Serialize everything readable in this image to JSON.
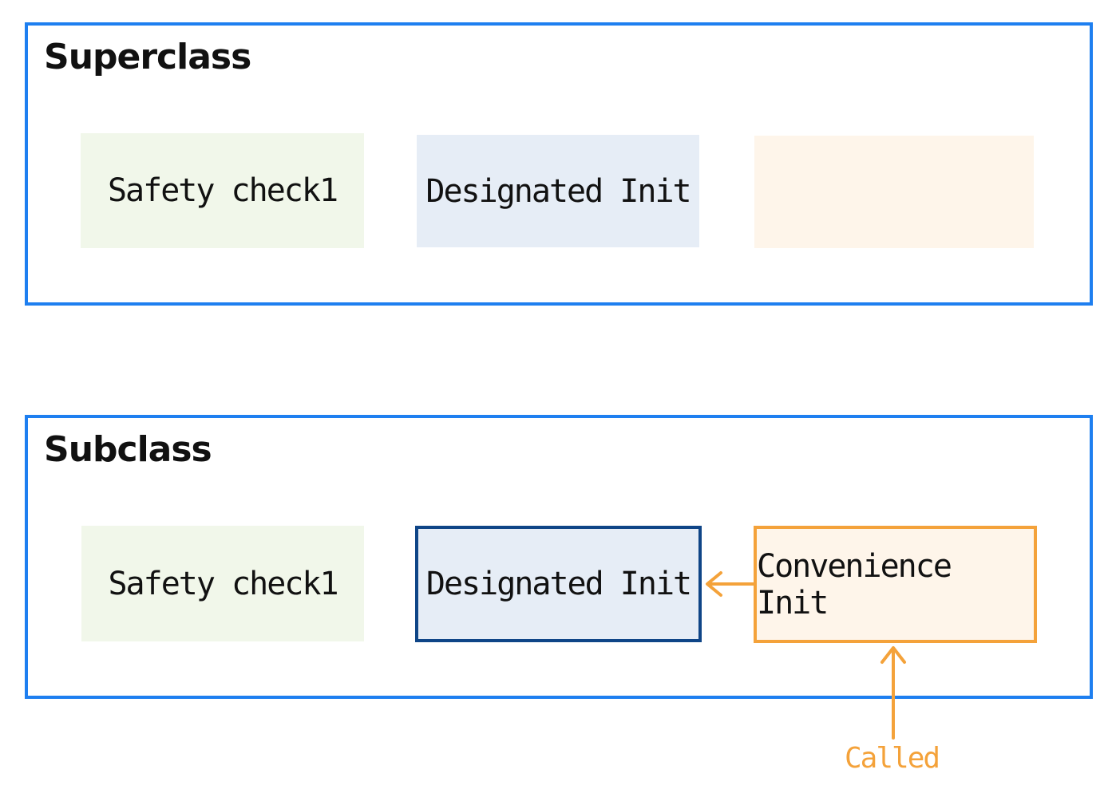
{
  "superclass": {
    "title": "Superclass",
    "safety_check": "Safety check1",
    "designated_init": "Designated Init",
    "convenience_init": ""
  },
  "subclass": {
    "title": "Subclass",
    "safety_check": "Safety check1",
    "designated_init": "Designated Init",
    "convenience_init": "Convenience Init"
  },
  "call_label": "Called",
  "colors": {
    "frame": "#1e7ff0",
    "safety_fill": "#f1f7ea",
    "designated_fill": "#e6edf6",
    "designated_border": "#0f4587",
    "convenience_fill": "#fef5ea",
    "convenience_accent": "#f4a23a"
  }
}
